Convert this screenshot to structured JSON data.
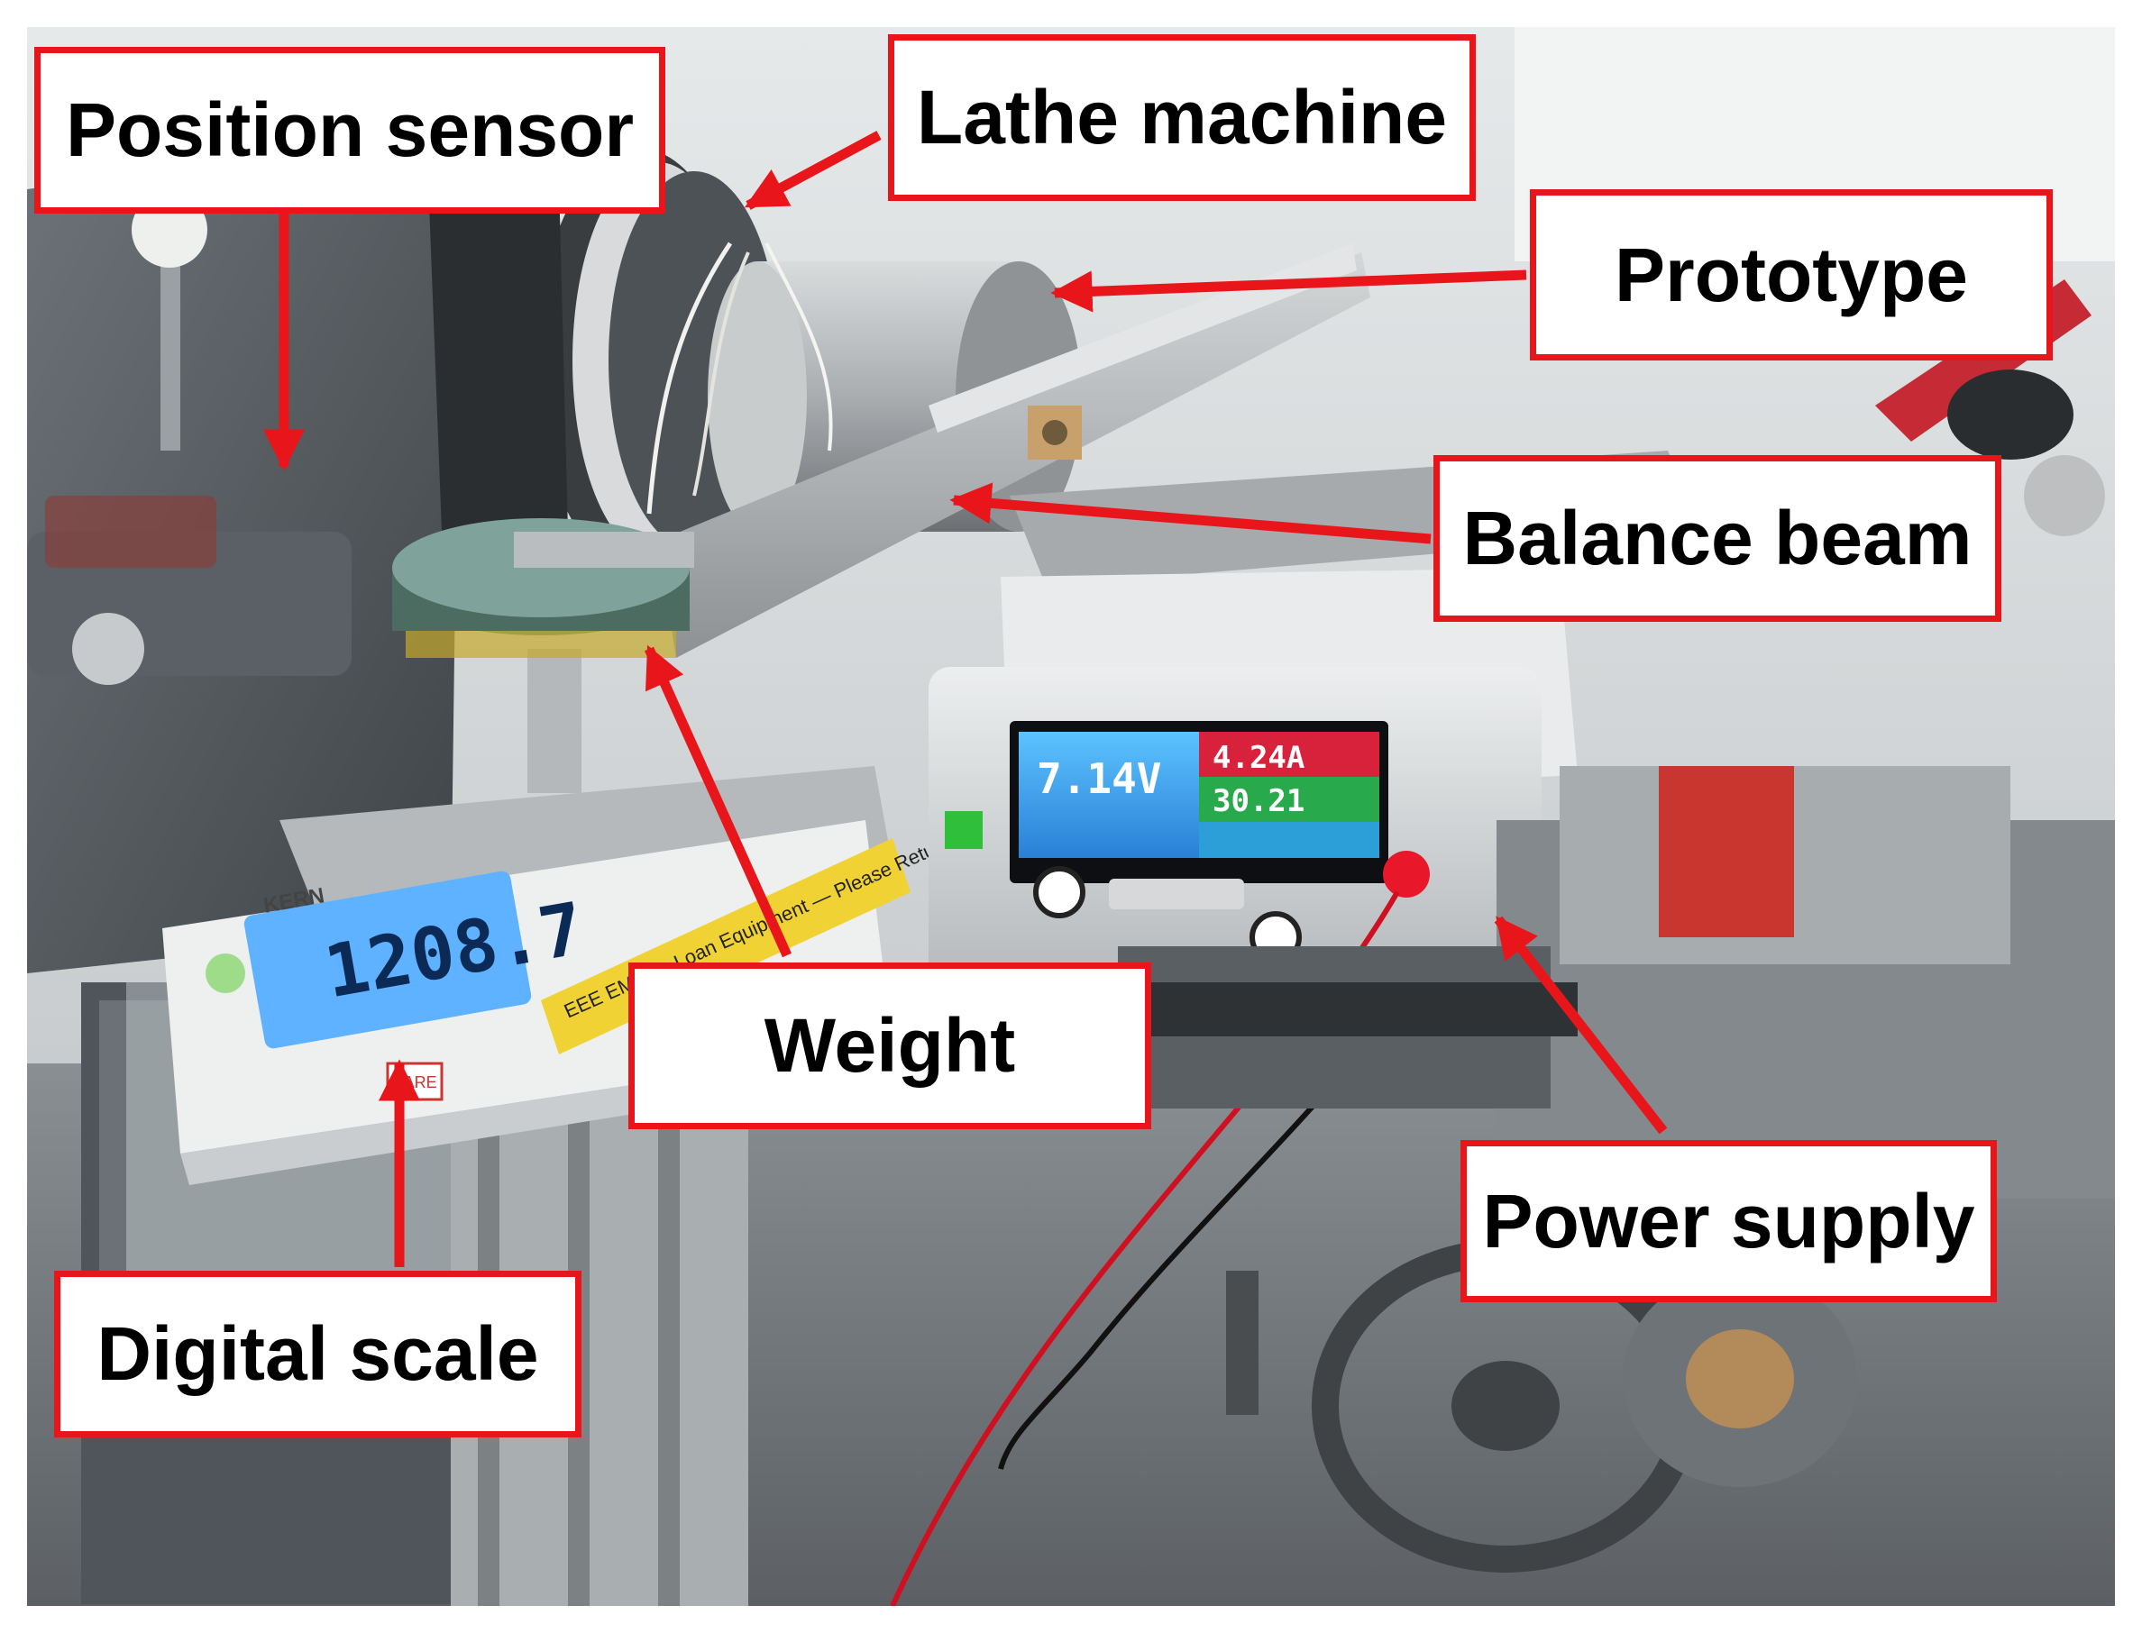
{
  "labels": {
    "position_sensor": "Position sensor",
    "lathe_machine": "Lathe machine",
    "prototype": "Prototype",
    "balance_beam": "Balance beam",
    "weight": "Weight",
    "digital_scale": "Digital scale",
    "power_supply": "Power supply"
  },
  "power_supply_display": {
    "voltage": "7.14V",
    "current": "4.24A",
    "power": "30.21"
  },
  "scale_display": {
    "brand": "KERN",
    "reading": "1208.7",
    "tare": "TARE"
  },
  "scale_sticker": "EEE EMD — Loan Equipment — Please Return",
  "colors": {
    "callout_border": "#e8161b",
    "arrow": "#e8161b",
    "label_text": "#000000"
  }
}
